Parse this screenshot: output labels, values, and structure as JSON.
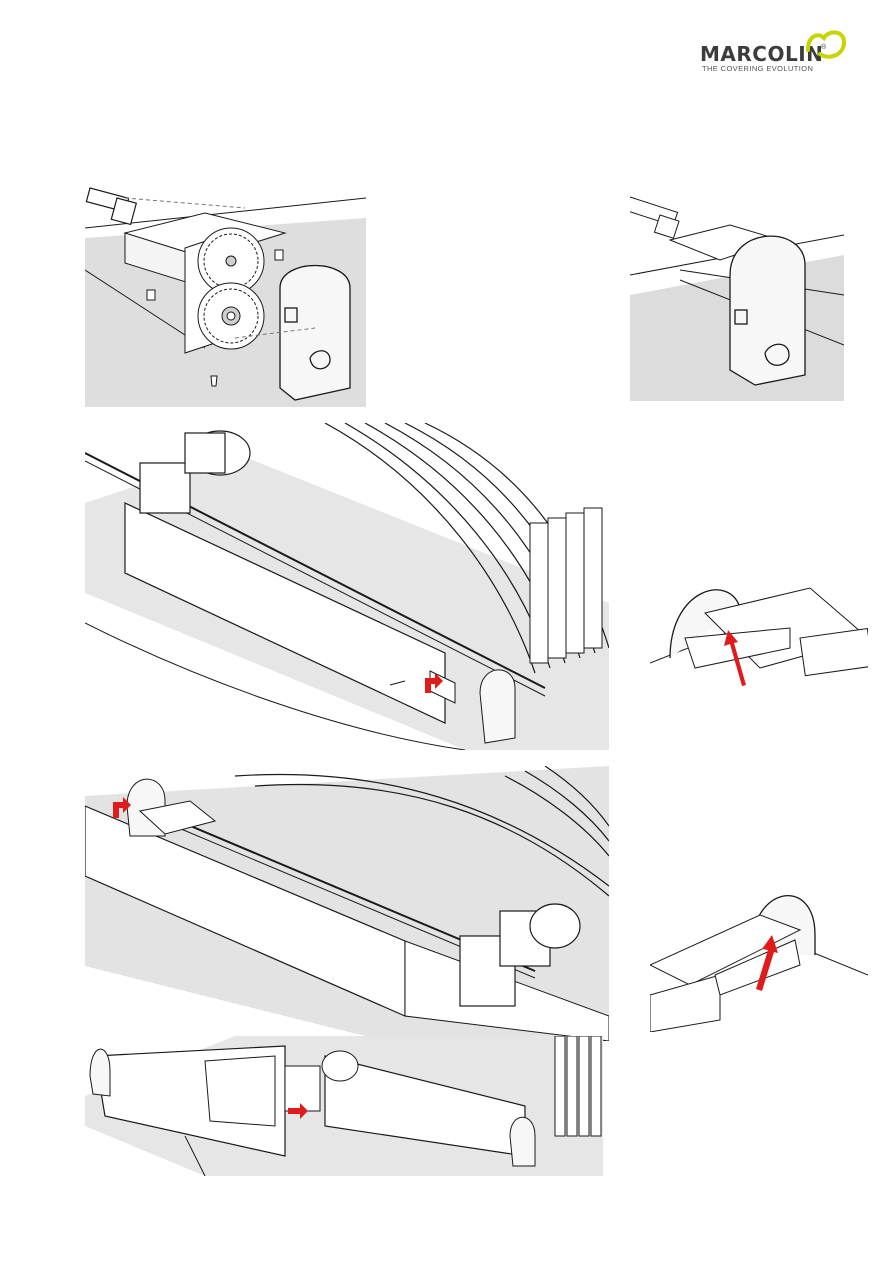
{
  "header": {
    "logo_text": "MARCOLIN",
    "logo_registered": "®",
    "logo_tagline": "THE COVERING EVOLUTION",
    "logo_accent_color": "#c8d400"
  },
  "illustrations": [
    {
      "id": "gear-assembly",
      "content": "exploded view of drive gears and end cap with screws"
    },
    {
      "id": "end-cap-installed",
      "content": "end cap mounted on beam"
    },
    {
      "id": "motor-side-view",
      "content": "motor, shaft and bows assembly with red indicator arrow"
    },
    {
      "id": "pad-detail-left",
      "content": "pad detail with red arrow"
    },
    {
      "id": "motor-opposite-view",
      "content": "motor on opposite side with red indicator arrow"
    },
    {
      "id": "pad-detail-right",
      "content": "pad detail with red arrow"
    },
    {
      "id": "cover-plate-install",
      "content": "cover plates sliding into place with red arrow"
    }
  ],
  "colors": {
    "indicator_arrow": "#e01b1b",
    "line_art": "#1a1a1a",
    "shadow_fill": "#dcdcdc"
  }
}
